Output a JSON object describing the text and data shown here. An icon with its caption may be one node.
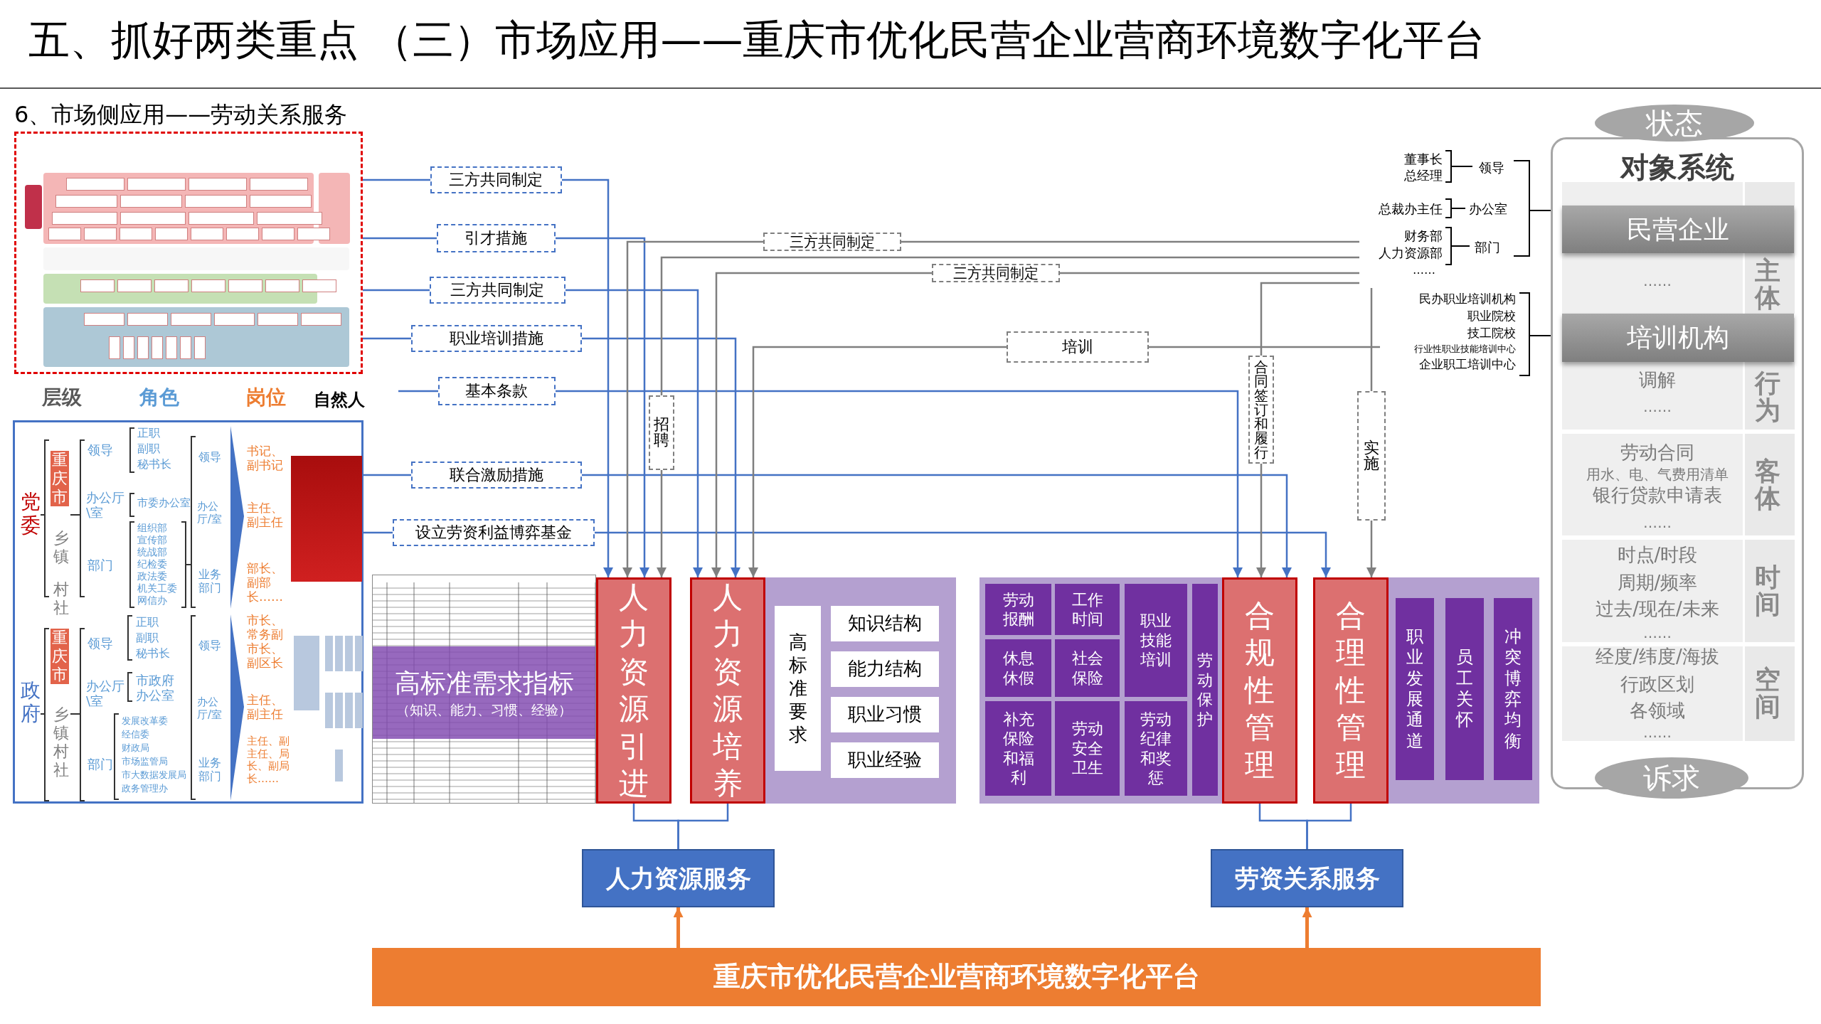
{
  "diagram": {
    "title": "五、抓好两类重点 （三）市场应用——重庆市优化民营企业营商环境数字化平台",
    "nodes": [
      {
        "text": [],
        "shape": "picture"
      },
      {
        "text": [
          "层级",
          "角色",
          "岗位",
          "自然人",
          "党委",
          "重庆市",
          "乡镇",
          "村社",
          "领导",
          "正职",
          "副职",
          "秘书长",
          "办公厅\\室",
          "市委办公室",
          "部门",
          "组织部",
          "宣传部",
          "统战部",
          "纪检委",
          "政法委",
          "机关工委",
          "网信办",
          "领导",
          "办公厅/室",
          "业务部门",
          "书记、副书记",
          "主任、副主任",
          "部长、副部长……",
          "政府",
          "重庆市",
          "乡镇村社",
          "领导",
          "正职",
          "副职",
          "秘书长",
          "办公厅\\室",
          "市政府办公室",
          "部门",
          "发展改革委",
          "经信委",
          "财政局",
          "市场监管局",
          "市大数据发展局",
          "政务管理办",
          "领导",
          "办公厅/室",
          "业务部门",
          "市长、常务副市长、副区长",
          "主任、副主任",
          "主任、副主任、局长、副局长……"
        ]
      },
      {
        "text": [
          "高标准需求指标",
          "（知识、能力、习惯、经验）"
        ]
      },
      {
        "text": [
          "人力资源引进"
        ]
      },
      {
        "text": [
          "人力资源培养"
        ]
      },
      {
        "text": [],
        "shape": "box"
      },
      {
        "text": [
          "高标准要求"
        ],
        "in": 5
      },
      {
        "text": [
          "知识结构"
        ],
        "in": 5
      },
      {
        "text": [
          "能力结构"
        ],
        "in": 5
      },
      {
        "text": [
          "职业习惯"
        ],
        "in": 5
      },
      {
        "text": [
          "职业经验"
        ],
        "in": 5
      },
      {
        "text": [],
        "shape": "box"
      },
      {
        "text": [
          "劳动报酬"
        ],
        "in": 11
      },
      {
        "text": [
          "工作时间"
        ],
        "in": 11
      },
      {
        "text": [
          "职业技能培训"
        ],
        "in": 11
      },
      {
        "text": [
          "劳动保护"
        ],
        "in": 11
      },
      {
        "text": [
          "休息休假"
        ],
        "in": 11
      },
      {
        "text": [
          "社会保险"
        ],
        "in": 11
      },
      {
        "text": [
          "补充保险和福利"
        ],
        "in": 11
      },
      {
        "text": [
          "劳动安全卫生"
        ],
        "in": 11
      },
      {
        "text": [
          "劳动纪律和奖惩"
        ],
        "in": 11
      },
      {
        "text": [
          "合规性管理"
        ]
      },
      {
        "text": [
          "合理性管理"
        ]
      },
      {
        "text": [],
        "shape": "box"
      },
      {
        "text": [
          "职业发展通道"
        ],
        "in": 23
      },
      {
        "text": [
          "员工关怀"
        ],
        "in": 23
      },
      {
        "text": [
          "冲突博弈均衡"
        ],
        "in": 23
      },
      {
        "text": [
          "人力资源服务"
        ]
      },
      {
        "text": [
          "劳资关系服务"
        ]
      },
      {
        "text": [
          "重庆市优化民营企业营商环境数字化平台"
        ]
      },
      {
        "text": [
          "董事长",
          "总经理",
          "领导",
          "总裁办主任",
          "办公室",
          "财务部",
          "人力资源部",
          "……",
          "部门"
        ]
      },
      {
        "text": [
          "民办职业培训机构",
          "职业院校",
          "技工院校",
          "行业性职业技能培训中心",
          "企业职工培训中心"
        ]
      },
      {
        "text": [
          "对象系统"
        ]
      },
      {
        "text": [
          "状态"
        ]
      },
      {
        "text": [
          "诉求"
        ]
      },
      {
        "text": [
          "民营企业"
        ],
        "in": 32
      },
      {
        "text": [
          "培训机构"
        ],
        "in": 32
      }
    ],
    "edges": [
      {
        "from": 0,
        "to": 3,
        "arrow": "to",
        "label": "三方共同制定"
      },
      {
        "from": 0,
        "to": 3,
        "arrow": "to",
        "label": "引才措施"
      },
      {
        "from": 0,
        "to": 4,
        "arrow": "to",
        "label": "三方共同制定"
      },
      {
        "from": 0,
        "to": 4,
        "arrow": "to",
        "label": "职业培训措施"
      },
      {
        "from": null,
        "to": 21,
        "arrow": "to",
        "label": "基本条款"
      },
      {
        "from": 1,
        "to": 21,
        "arrow": "to",
        "label": "联合激励措施"
      },
      {
        "from": 1,
        "to": 22,
        "arrow": "to",
        "label": "设立劳资利益博弈基金"
      },
      {
        "from": 30,
        "to": 3,
        "arrow": "to",
        "label": "三方共同制定",
        "color": "#7f7f7f"
      },
      {
        "from": 30,
        "to": 3,
        "arrow": "to",
        "label": "招聘",
        "color": "#7f7f7f"
      },
      {
        "from": 30,
        "to": 4,
        "arrow": "to",
        "label": "三方共同制定",
        "color": "#7f7f7f"
      },
      {
        "from": 31,
        "to": 4,
        "arrow": "to",
        "label": "培训",
        "color": "#7f7f7f"
      },
      {
        "from": 30,
        "to": 21,
        "arrow": "to",
        "label": "合同签订和履行",
        "color": "#7f7f7f"
      },
      {
        "from": 30,
        "to": 22,
        "arrow": "to",
        "label": "实施",
        "color": "#7f7f7f"
      },
      {
        "from": 3,
        "to": 27,
        "arrow": "none"
      },
      {
        "from": 4,
        "to": 27,
        "arrow": "none"
      },
      {
        "from": 21,
        "to": 28,
        "arrow": "none"
      },
      {
        "from": 22,
        "to": 28,
        "arrow": "none"
      },
      {
        "from": 29,
        "to": 27,
        "arrow": "to",
        "color": "#ed7d31"
      },
      {
        "from": 29,
        "to": 28,
        "arrow": "to",
        "color": "#ed7d31"
      }
    ],
    "labels": [
      "6、市场侧应用——劳动关系服务",
      "……",
      "主体",
      "调解",
      "……",
      "行为",
      "劳动合同",
      "用水、电、气费用清单",
      "银行贷款申请表",
      "……",
      "客体",
      "时点/时段",
      "周期/频率",
      "过去/现在/未来",
      "……",
      "时间",
      "经度/纬度/海拔",
      "行政区划",
      "各领域",
      "……",
      "空间"
    ]
  }
}
